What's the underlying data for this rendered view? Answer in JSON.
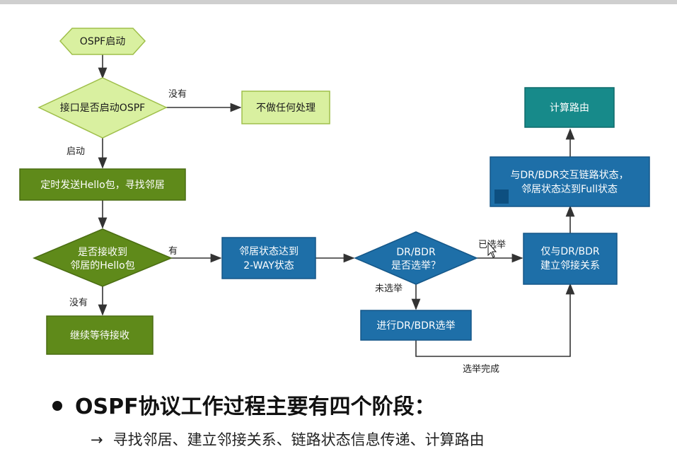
{
  "nodes": {
    "start": "OSPF启动",
    "check_interface": "接口是否启动OSPF",
    "no_action": "不做任何处理",
    "send_hello": "定时发送Hello包，寻找邻居",
    "received_hello": [
      "是否接收到",
      "邻居的Hello包"
    ],
    "keep_waiting": "继续等待接收",
    "two_way": [
      "邻居状态达到",
      "2-WAY状态"
    ],
    "dr_elected": [
      "DR/BDR",
      "是否选举？"
    ],
    "do_election": "进行DR/BDR选举",
    "adjacency": [
      "仅与DR/BDR",
      "建立邻接关系"
    ],
    "exchange_lsa": [
      "与DR/BDR交互链路状态，",
      "邻居状态达到Full状态"
    ],
    "compute_route": "计算路由"
  },
  "edge_labels": {
    "no_ospf": "没有",
    "ospf_on": "启动",
    "has_hello": "有",
    "no_hello": "没有",
    "already_elected": "已选举",
    "not_elected": "未选举",
    "election_done": "选举完成"
  },
  "text": {
    "bullet": "OSPF协议工作过程主要有四个阶段：",
    "arrow": "→",
    "sub": "寻找邻居、建立邻接关系、链路状态信息传递、计算路由"
  },
  "colors": {
    "light_green": "#d9f0a0",
    "olive_green": "#5f8a1a",
    "blue": "#1e6fa8",
    "teal": "#178a8a"
  }
}
